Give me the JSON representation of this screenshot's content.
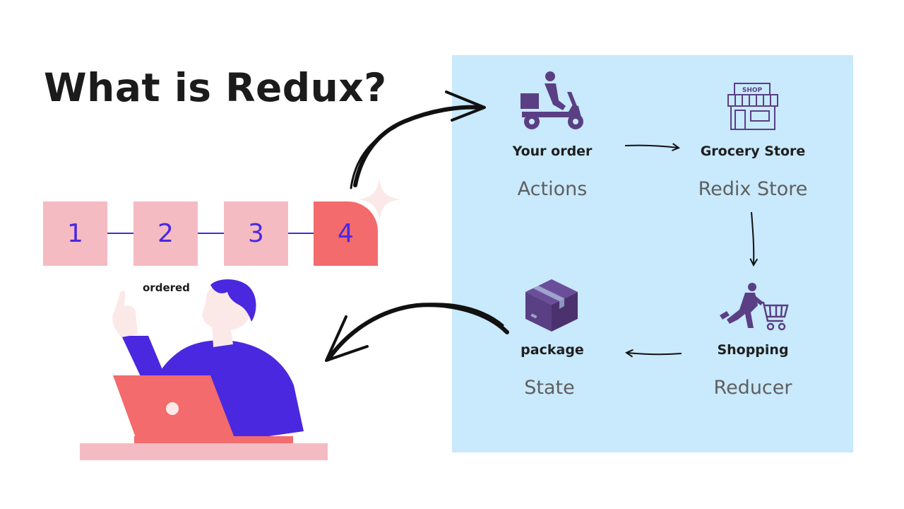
{
  "title": "What is Redux?",
  "steps": [
    "1",
    "2",
    "3",
    "4"
  ],
  "person_caption": "ordered",
  "flow": {
    "actions": {
      "label": "Your order",
      "concept": "Actions",
      "icon": "delivery-scooter-icon"
    },
    "store": {
      "label": "Grocery Store",
      "concept": "Redix Store",
      "icon": "shop-icon",
      "sign": "SHOP"
    },
    "reducer": {
      "label": "Shopping",
      "concept": "Reducer",
      "icon": "shopping-cart-icon"
    },
    "state": {
      "label": "package",
      "concept": "State",
      "icon": "package-box-icon"
    }
  },
  "colors": {
    "panel": "#c9e9fc",
    "accent": "#4a28e0",
    "step_pink": "#f4bbc3",
    "step_active": "#f36b6c",
    "icon_purple": "#5a3f85"
  }
}
